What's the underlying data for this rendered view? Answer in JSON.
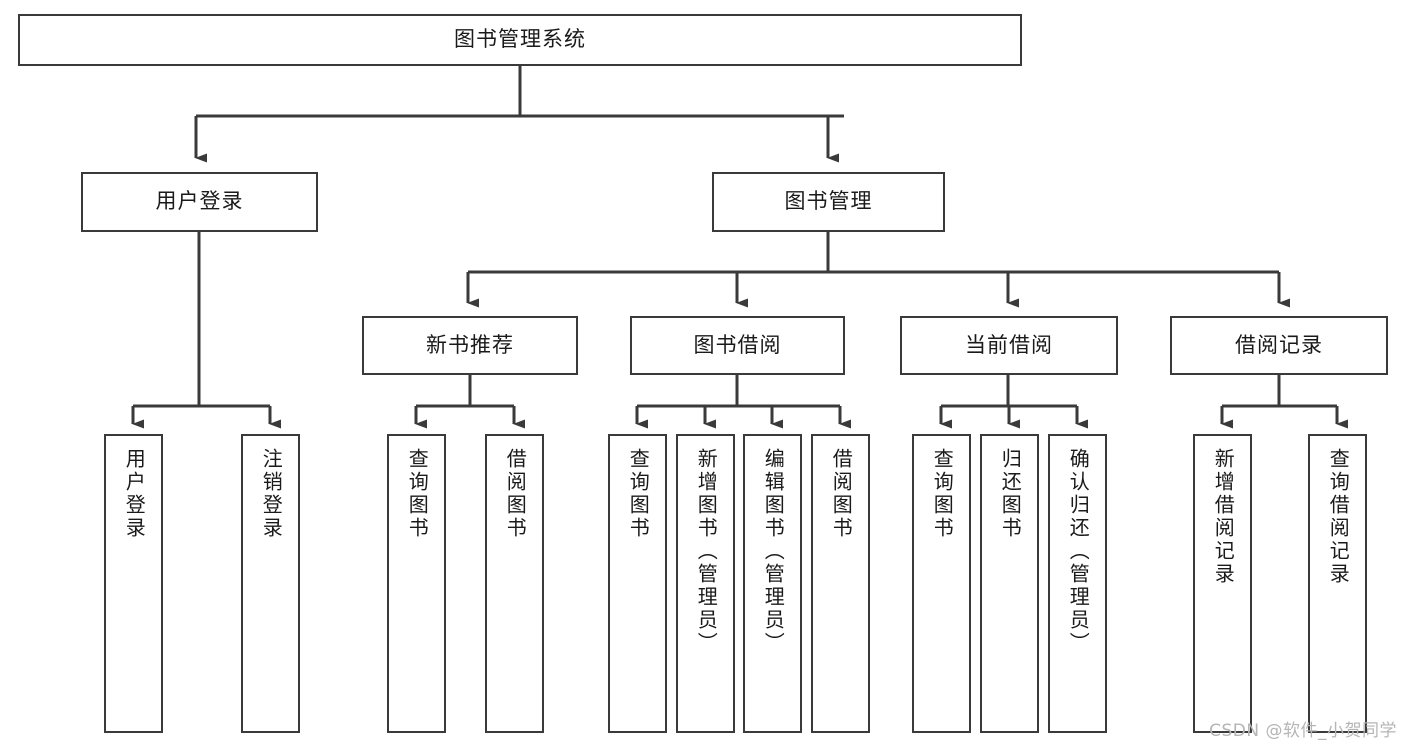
{
  "diagram": {
    "type": "tree",
    "title": "图书管理系统",
    "watermark": "CSDN @软件_小贺同学",
    "colors": {
      "stroke": "#3a3a3a",
      "fill": "#ffffff",
      "text": "#1a1a1a",
      "watermark": "#b5b5b5"
    },
    "root": {
      "label": "图书管理系统"
    },
    "level1": [
      {
        "label": "用户登录"
      },
      {
        "label": "图书管理"
      }
    ],
    "level2": [
      {
        "label": "新书推荐"
      },
      {
        "label": "图书借阅"
      },
      {
        "label": "当前借阅"
      },
      {
        "label": "借阅记录"
      }
    ],
    "leaves": [
      {
        "label": "用户登录",
        "parent": "用户登录"
      },
      {
        "label": "注销登录",
        "parent": "用户登录"
      },
      {
        "label": "查询图书",
        "parent": "新书推荐"
      },
      {
        "label": "借阅图书",
        "parent": "新书推荐"
      },
      {
        "label": "查询图书",
        "parent": "图书借阅"
      },
      {
        "label": "新增图书（管理员）",
        "parent": "图书借阅"
      },
      {
        "label": "编辑图书（管理员）",
        "parent": "图书借阅"
      },
      {
        "label": "借阅图书",
        "parent": "图书借阅"
      },
      {
        "label": "查询图书",
        "parent": "当前借阅"
      },
      {
        "label": "归还图书",
        "parent": "当前借阅"
      },
      {
        "label": "确认归还（管理员）",
        "parent": "当前借阅"
      },
      {
        "label": "新增借阅记录",
        "parent": "借阅记录"
      },
      {
        "label": "查询借阅记录",
        "parent": "借阅记录"
      }
    ]
  }
}
